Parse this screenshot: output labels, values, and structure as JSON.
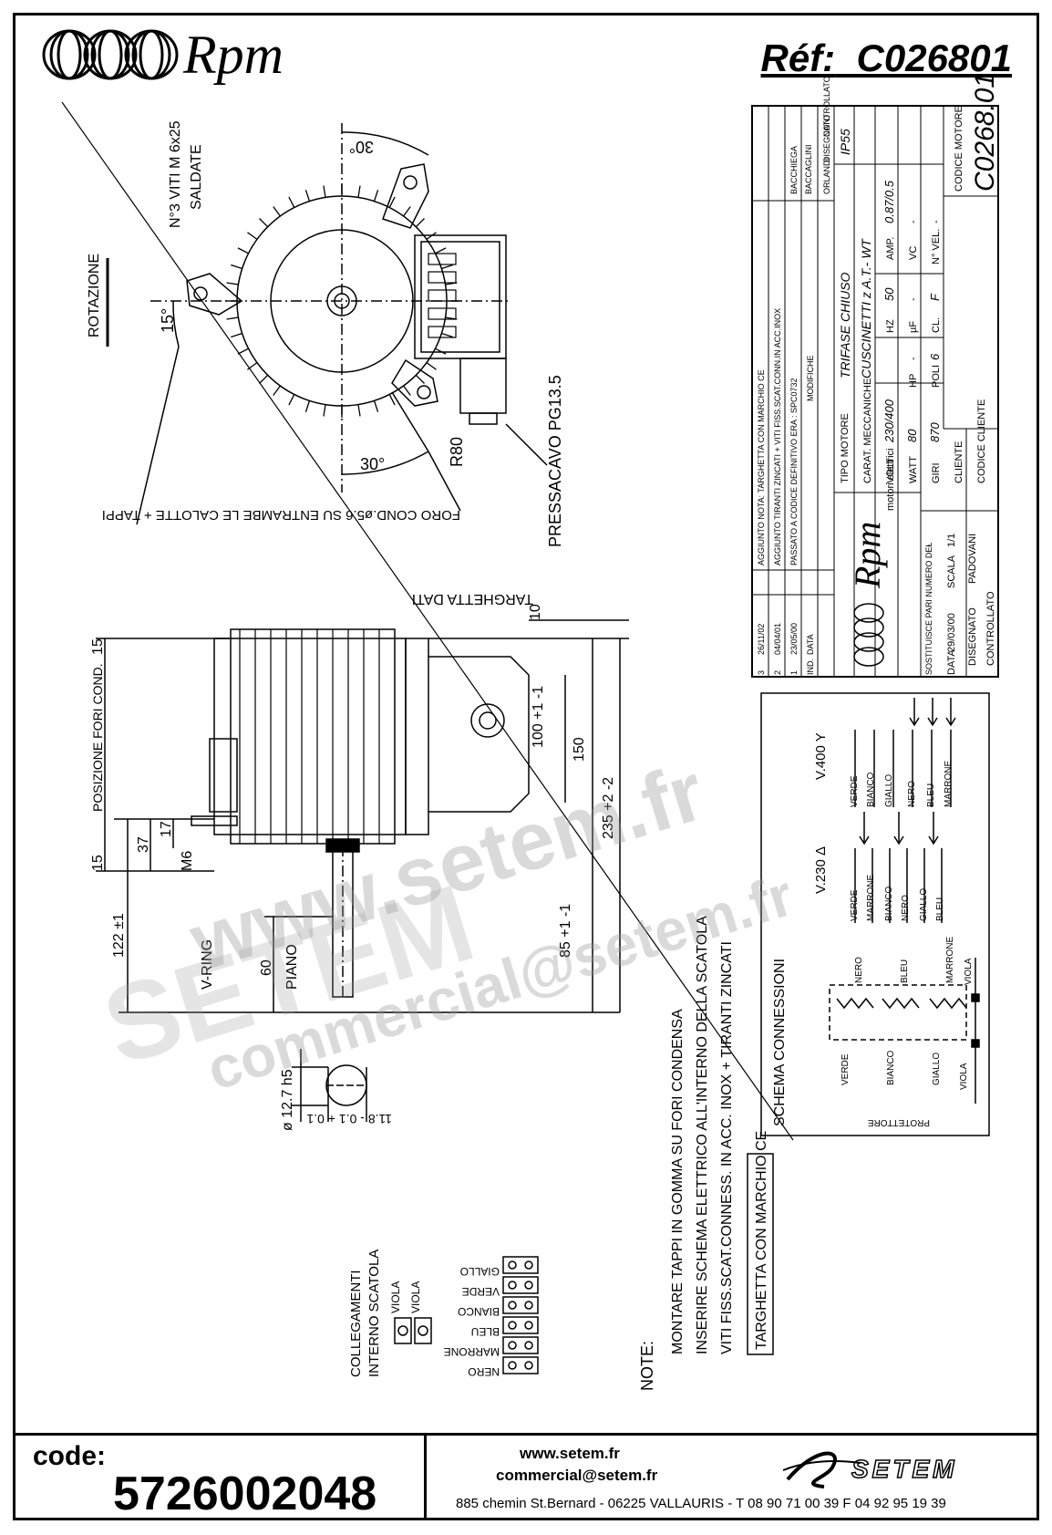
{
  "header": {
    "brand": "Rpm",
    "ref_label": "Réf:",
    "ref_value": "C026801"
  },
  "drawing": {
    "screws_note": "N°3 VITI M 6x25",
    "screws_note2": "SALDATE",
    "rotation_label": "ROTAZIONE",
    "angle_top": "30°",
    "angle_side": "15°",
    "angle_bottom": "30°",
    "radius": "R80",
    "cable_gland": "PRESSACAVO PG13.5",
    "holes_note": "FORO COND.ø5.6 SU ENTRAMBE LE CALOTTE + TAPPI",
    "data_plate": "TARGHETTA DATI",
    "holes_position": "POSIZIONE FORI COND.",
    "dim_15a": "15",
    "dim_15b": "15",
    "dim_37": "37",
    "dim_17": "17",
    "dim_m6": "M6",
    "dim_122": "122 ±1",
    "dim_60": "60",
    "dim_piano": "PIANO",
    "vring": "V-RING",
    "dim_100": "100 +1 -1",
    "dim_150": "150",
    "dim_235": "235 +2 -2",
    "dim_85": "85 +1 -1",
    "dim_10": "10",
    "dim_shaft": "ø 12.7 h5",
    "dim_flat": "11.8 - 0.1 + 0.1"
  },
  "notes": {
    "label": "NOTE:",
    "line1": "MONTARE TAPPI IN GOMMA SU FORI CONDENSA",
    "line2": "INSERIRE SCHEMA ELETTRICO ALL'INTERNO DELLA SCATOLA",
    "line3": "VITI FISS.SCAT.CONNESS. IN ACC. INOX + TIRANTI ZINCATI",
    "line4": "TARGHETTA CON MARCHIO CE",
    "box_title1": "COLLEGAMENTI",
    "box_title2": "INTERNO SCATOLA"
  },
  "terminals": {
    "left": [
      "VIOLA",
      "VIOLA"
    ],
    "right": [
      "GIALLO",
      "VERDE",
      "BIANCO",
      "BLEU",
      "MARRONE",
      "NERO"
    ]
  },
  "connections": {
    "title": "SCHEMA CONNESSIONI",
    "v230": "V.230 Δ",
    "v400": "V.400 Y",
    "wires_230": [
      "VERDE",
      "MARRONE",
      "BIANCO",
      "NERO",
      "GIALLO",
      "BLEU"
    ],
    "wires_400": [
      "VERDE",
      "BIANCO",
      "GIALLO",
      "NERO",
      "BLEU",
      "MARRONE"
    ],
    "windings_top": [
      "NERO",
      "BLEU",
      "MARRONE"
    ],
    "windings_bottom": [
      "VERDE",
      "BIANCO",
      "GIALLO"
    ],
    "viola_a": "VIOLA",
    "viola_b": "VIOLA",
    "protector": "PROTETTORE"
  },
  "titleblock": {
    "mods": [
      {
        "ind": "3",
        "data": "26/11/02",
        "text": "AGGIUNTO NOTA: TARGHETTA CON MARCHIO CE",
        "by": "BACCHIEGA"
      },
      {
        "ind": "2",
        "data": "04/04/01",
        "text": "AGGIUNTO TIRANTI ZINCATI + VITI FISS.SCAT.CONN.IN ACC.INOX",
        "by": "BACCAGLINI"
      },
      {
        "ind": "1",
        "data": "23/05/00",
        "text": "PASSATO A CODICE DEFINITIVO ERA : SPC0732",
        "by": "ORLANDI"
      }
    ],
    "col_ind": "IND.",
    "col_data": "DATA",
    "col_mods": "MODIFICHE",
    "col_drawn": "DISEGNATO",
    "col_checked": "CONTROLLATO",
    "company": "Rpm",
    "company_sub": "motori elettrici",
    "motor_type_label": "TIPO MOTORE",
    "motor_type": "TRIFASE CHIUSO",
    "ip": "IP55",
    "mech_label": "CARAT. MECCANICHE",
    "mech": "CUSCINETTI z A.T.- WT",
    "volt_label": "VOLT",
    "volt": "230/400",
    "hz_label": "HZ",
    "hz": "50",
    "amp_label": "AMP.",
    "amp": "0.87/0.5",
    "watt_label": "WATT",
    "watt": "80",
    "hp_label": "HP",
    "hp": "-",
    "uf_label": "µF",
    "uf": "-",
    "vc_label": "VC",
    "vc": "-",
    "giri_label": "GIRI",
    "giri": "870",
    "poli_label": "POLI",
    "poli": "6",
    "cl_label": "CL.",
    "cl": "F",
    "vel_label": "N° VEL.",
    "vel": "-",
    "client_label": "CLIENTE",
    "motor_code_label": "CODICE MOTORE",
    "motor_code": "C0268.01",
    "client_code_label": "CODICE CLIENTE",
    "replaces_label": "SOSTITUISCE PARI NUMERO DEL",
    "replaces": "-",
    "date_label": "DATA",
    "date": "29/03/00",
    "scale_label": "SCALA",
    "scale": "1/1",
    "drawn_label": "DISEGNATO",
    "drawn": "PADOVANI",
    "checked_label": "CONTROLLATO"
  },
  "watermark": {
    "site": "www.setem.fr",
    "name": "SETEM",
    "mail": "commercial@setem.fr"
  },
  "footer": {
    "code_label": "code:",
    "code_value": "5726002048",
    "web": "www.setem.fr",
    "mail": "commercial@setem.fr",
    "address": "885 chemin St.Bernard  -  06225 VALLAURIS  -  T 08 90 71 00 39   F 04 92 95 19 39",
    "brand": "SETEM"
  }
}
